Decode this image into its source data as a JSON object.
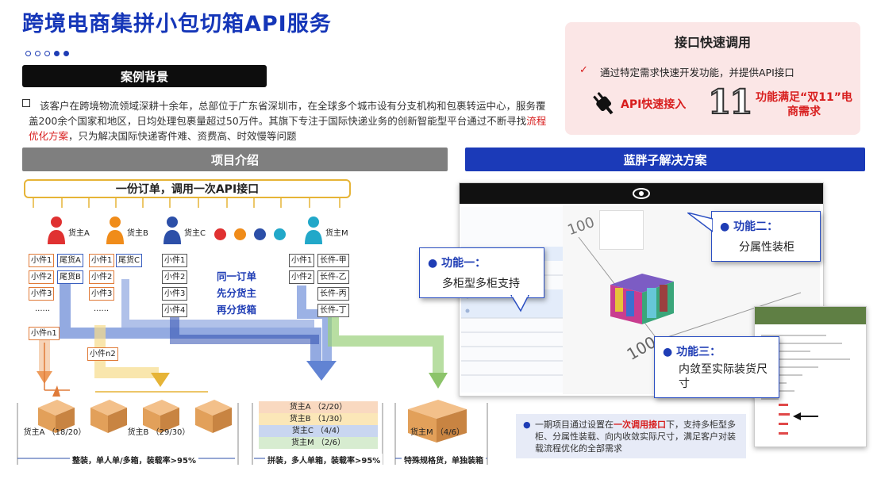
{
  "title": "跨境电商集拼小包切箱API服务",
  "background": {
    "header": "案例背景",
    "text_prefix": "该客户在跨境物流领域深耕十余年，总部位于广东省深圳市，在全球多个城市设有分支机构和包裹转运中心，服务覆盖200余个国家和地区，日均处理包裹量超过50万件。其旗下专注于国际快递业务的创新智能型平台通过不断寻找",
    "text_red": "流程优化方案",
    "text_suffix": "，只为解决国际快递寄件难、资费高、时效慢等问题"
  },
  "api_panel": {
    "header": "接口快速调用",
    "check_text": "通过特定需求快速开发功能，并提供API接口",
    "plug_label": "API快速接入",
    "double11_digits": "11",
    "double11_label": "功能满足“双11”电商需求"
  },
  "intro": {
    "header": "项目介绍",
    "order_bar": "一份订单，调用一次API接口",
    "owners": [
      {
        "label": "货主A",
        "color": "#e03131"
      },
      {
        "label": "货主B",
        "color": "#f08c1a"
      },
      {
        "label": "货主C",
        "color": "#2c4fa8"
      },
      {
        "label": "货主M",
        "color": "#22a8c9"
      }
    ],
    "color_dots": [
      "#e03131",
      "#f08c1a",
      "#2c4fa8",
      "#22a8c9"
    ],
    "colA1": [
      "小件1",
      "小件2",
      "小件3",
      "......",
      "小件n1"
    ],
    "colA2": [
      "尾货A",
      "尾货B"
    ],
    "colB1": [
      "小件1",
      "小件2",
      "小件3",
      "......"
    ],
    "colB2": [
      "尾货C"
    ],
    "colB_extra": "小件n2",
    "colC": [
      "小件1",
      "小件2",
      "小件3",
      "小件4"
    ],
    "colM1": [
      "小件1",
      "小件2"
    ],
    "colM2": [
      "长件-甲",
      "长件-乙",
      "长件-丙",
      "长件-丁"
    ],
    "steps": [
      "同一订单",
      "先分货主",
      "再分货箱"
    ],
    "boxA": "货主A （18/20）",
    "boxB": "货主B （29/30）",
    "pile": [
      "货主A （2/20）",
      "货主B （1/30）",
      "货主C （4/4）",
      "货主M （2/6）"
    ],
    "boxM": "货主M （4/6）",
    "footer1": "整装，单人单/多箱，装载率>95%",
    "footer2": "拼装，多人单箱，装载率>95%",
    "footer3": "特殊规格货，单独装箱"
  },
  "solution": {
    "header": "蓝胖子解决方案",
    "callout1_title": "功能一：",
    "callout1_body": "多柜型多柜支持",
    "callout2_title": "功能二：",
    "callout2_body": "分属性装柜",
    "callout3_title": "功能三：",
    "callout3_body": "内敛至实际装货尺寸",
    "axis_left": "100",
    "axis_right": "100",
    "info_prefix": "一期项目通过设置在",
    "info_red": "一次调用接口",
    "info_suffix": "下，支持多柜型多柜、分属性装载、向内收敛实际尺寸，满足客户对装载流程优化的全部需求"
  },
  "colors": {
    "brand_blue": "#1536b8",
    "header_grey": "#7f7f7f",
    "solution_blue": "#1b3ab8",
    "red": "#d81e1e",
    "pink_bg": "#fbe6e6"
  }
}
